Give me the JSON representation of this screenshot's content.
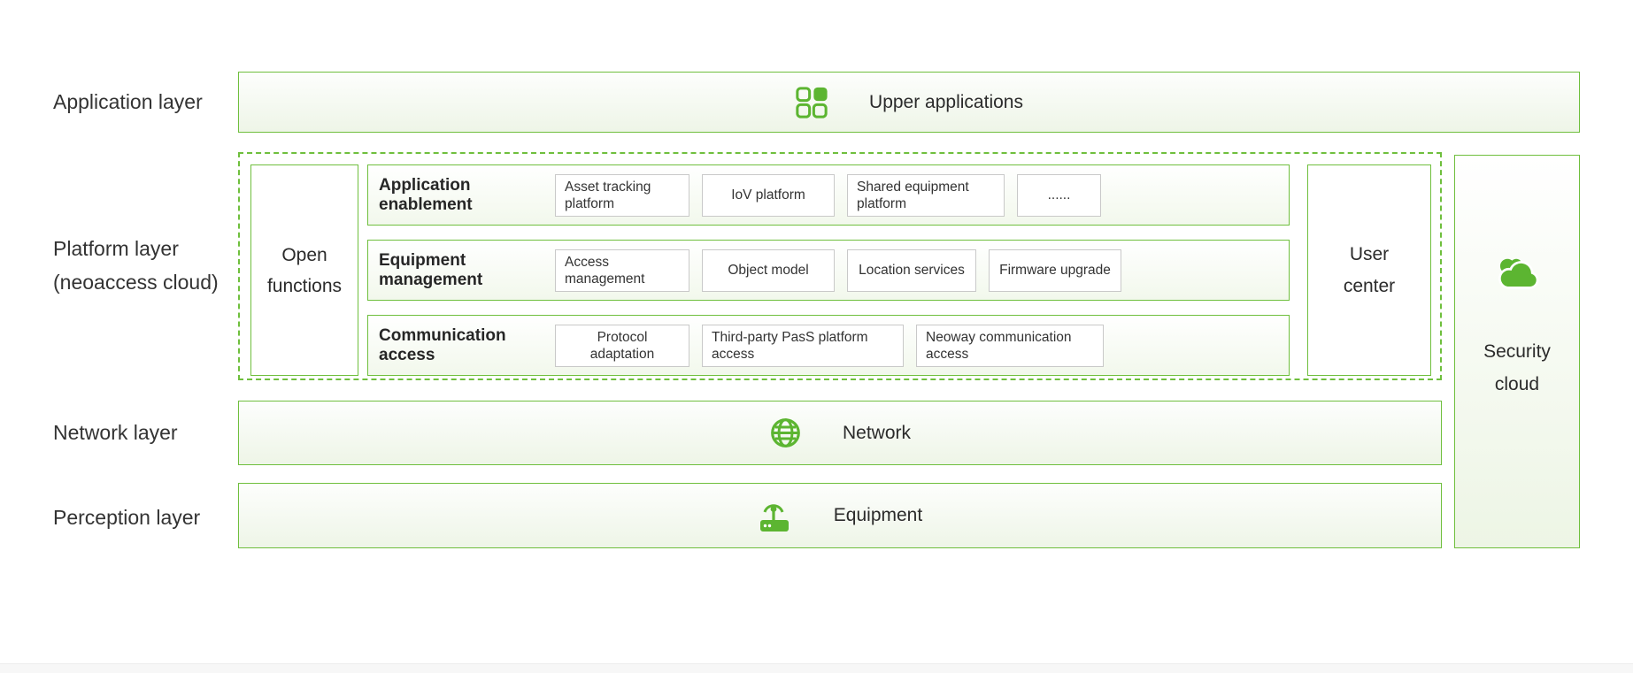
{
  "layers": {
    "application": {
      "label": "Application layer"
    },
    "platform": {
      "label_line1": "Platform layer",
      "label_line2": "(neoaccess cloud)"
    },
    "network": {
      "label": "Network layer"
    },
    "perception": {
      "label": "Perception layer"
    }
  },
  "upper_applications": {
    "title": "Upper applications"
  },
  "platform_box": {
    "open_functions": {
      "line1": "Open",
      "line2": "functions"
    },
    "rows": [
      {
        "label": "Application enablement",
        "items": [
          "Asset tracking platform",
          "IoV platform",
          "Shared equipment platform",
          "......"
        ]
      },
      {
        "label": "Equipment management",
        "items": [
          "Access management",
          "Object model",
          "Location services",
          "Firmware upgrade"
        ]
      },
      {
        "label": "Communication access",
        "items": [
          "Protocol adaptation",
          "Third-party PasS platform access",
          "Neoway communication access"
        ]
      }
    ],
    "user_center": {
      "line1": "User",
      "line2": "center"
    }
  },
  "network_box": {
    "title": "Network"
  },
  "perception_box": {
    "title": "Equipment"
  },
  "security_cloud": {
    "line1": "Security",
    "line2": "cloud"
  },
  "colors": {
    "accent_green": "#6fbf3d",
    "icon_green": "#5cb531",
    "chip_border": "#c9c9c9",
    "text": "#333333"
  }
}
